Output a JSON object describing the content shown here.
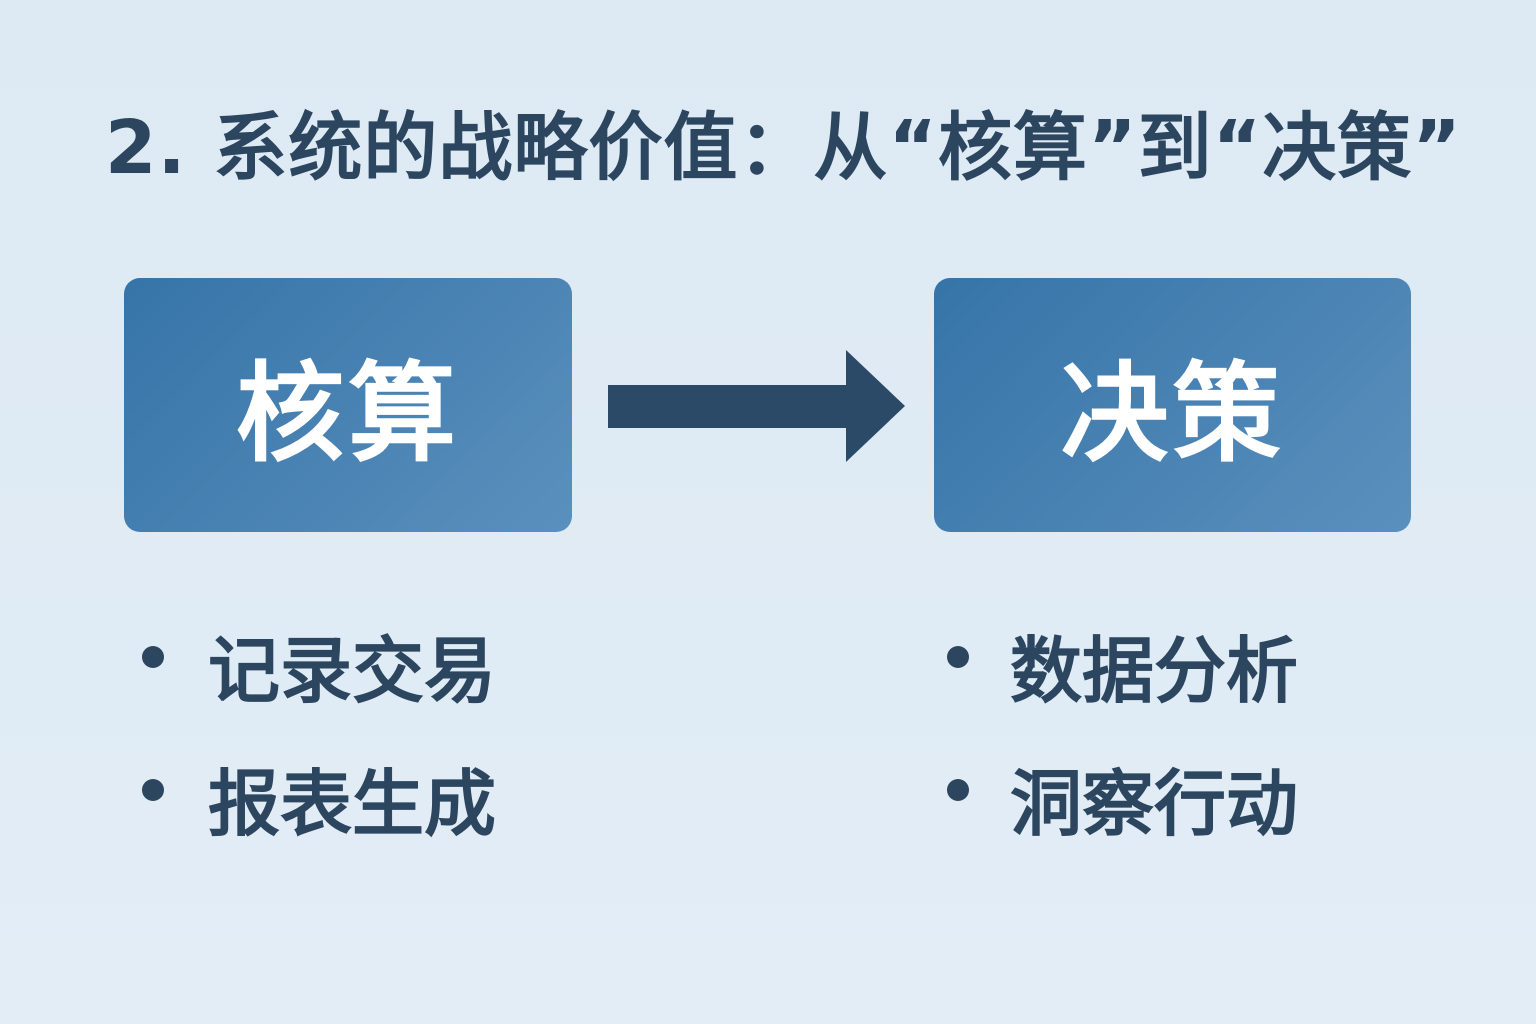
{
  "title": "2. 系统的战略价值：从“核算”到“决策”",
  "left": {
    "box_label": "核算",
    "bullets": [
      "记录交易",
      "报表生成"
    ]
  },
  "right": {
    "box_label": "决策",
    "bullets": [
      "数据分析",
      "洞察行动"
    ]
  },
  "icons": {
    "arrow": "arrow-right-icon"
  },
  "colors": {
    "box": "#3f7db0",
    "text": "#2c4660",
    "arrow": "#2b4a68",
    "background": "#dde9f3"
  }
}
